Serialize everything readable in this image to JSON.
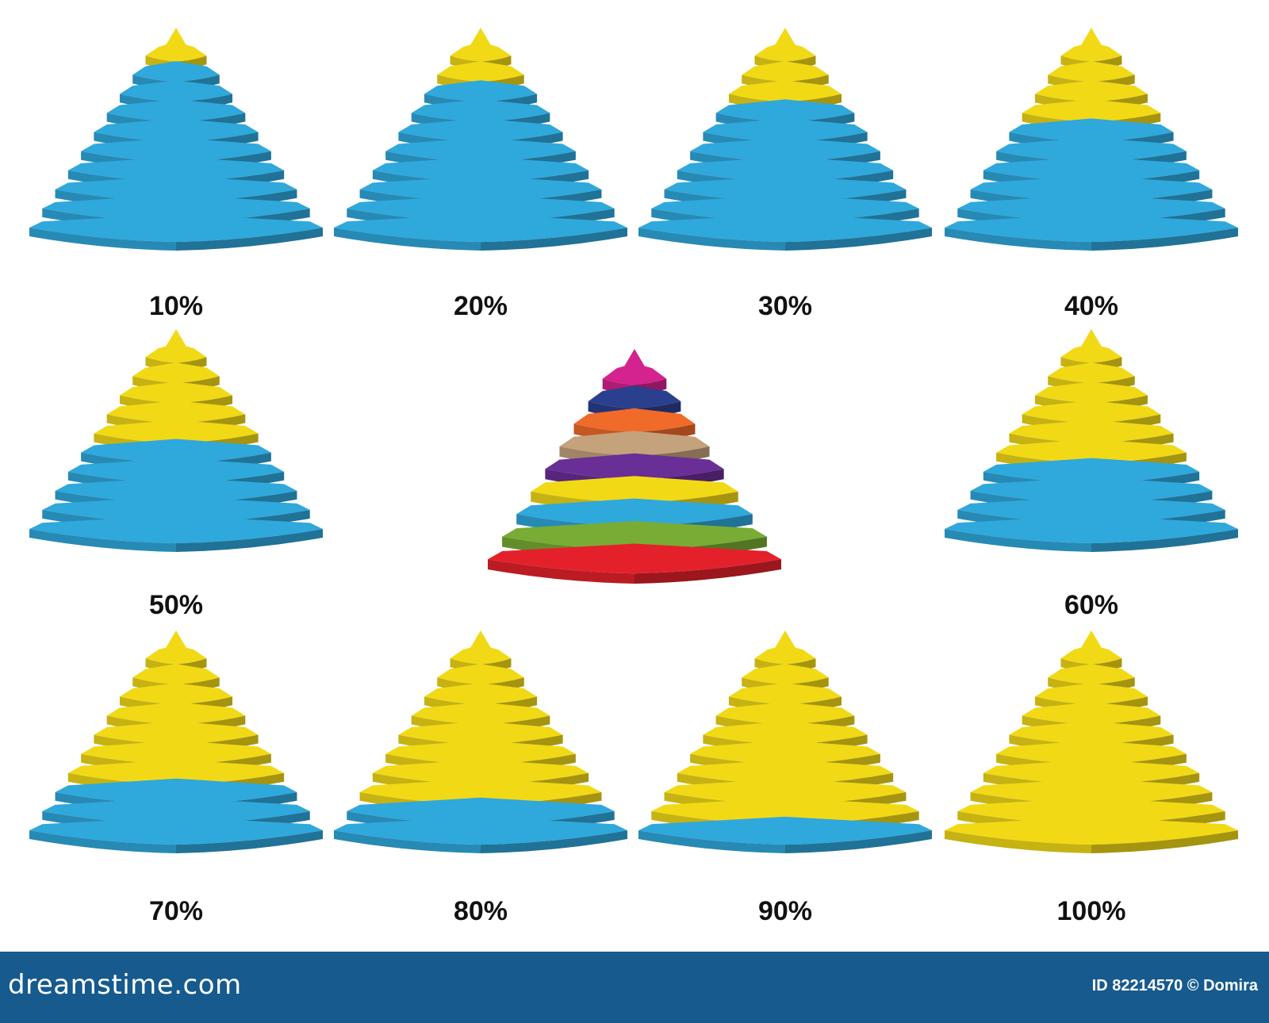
{
  "colors": {
    "blue": "#2fa8dc",
    "yellow": "#f2d916",
    "background": "#ffffff",
    "footer": "#165a8e",
    "center_tiers_top_to_bottom": [
      "#1a9a4a",
      "#d4228e",
      "#2b3f8f",
      "#f06a2a",
      "#c4a27c",
      "#6a2e97",
      "#f2d916",
      "#2fa8dc",
      "#79ac34",
      "#e4212a"
    ]
  },
  "pyramids": [
    {
      "label": "10%",
      "percent": 10
    },
    {
      "label": "20%",
      "percent": 20
    },
    {
      "label": "30%",
      "percent": 30
    },
    {
      "label": "40%",
      "percent": 40
    },
    {
      "label": "50%",
      "percent": 50
    },
    {
      "label": "60%",
      "percent": 60
    },
    {
      "label": "70%",
      "percent": 70
    },
    {
      "label": "80%",
      "percent": 80
    },
    {
      "label": "90%",
      "percent": 90
    },
    {
      "label": "100%",
      "percent": 100
    }
  ],
  "footer": {
    "site": "dreamstime.com",
    "credit": "ID 82214570 © Domira"
  }
}
